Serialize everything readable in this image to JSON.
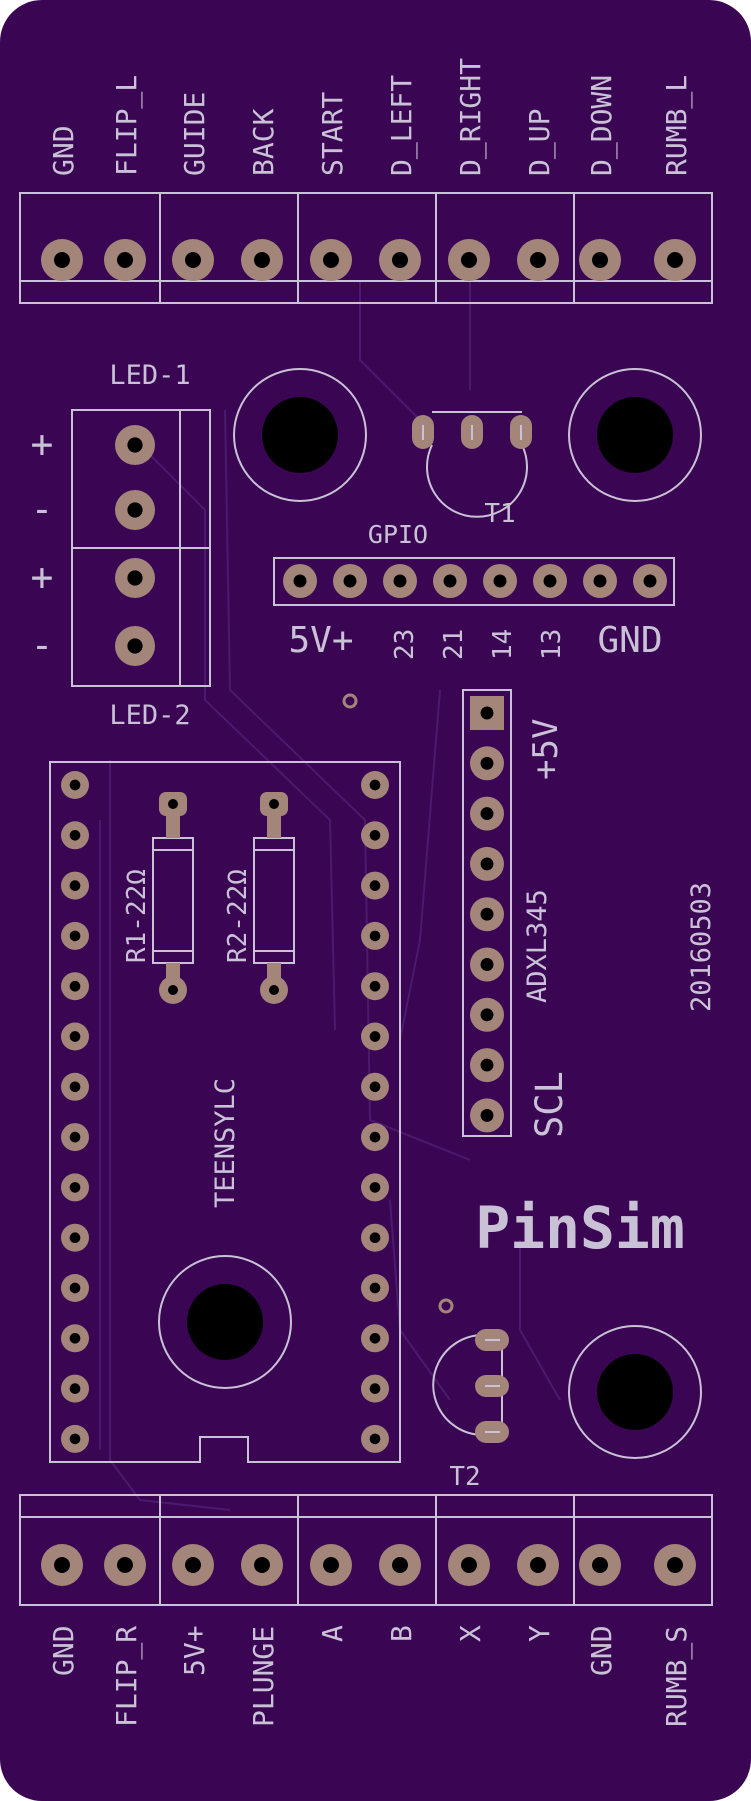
{
  "colors": {
    "board": "#3a0653",
    "silkscreen": "#c9c2d6",
    "pad": "#a3857a",
    "hole": "#000000",
    "trace": "#4b1a6e"
  },
  "board": {
    "logo": "PinSim",
    "date": "20160503"
  },
  "top_connector": {
    "labels": [
      "GND",
      "FLIP_L",
      "GUIDE",
      "BACK",
      "START",
      "D_LEFT",
      "D_RIGHT",
      "D_UP",
      "D_DOWN",
      "RUMB_L"
    ]
  },
  "bottom_connector": {
    "labels": [
      "GND",
      "FLIP_R",
      "5V+",
      "PLUNGE",
      "A",
      "B",
      "X",
      "Y",
      "GND",
      "RUMB_S"
    ]
  },
  "led_connectors": {
    "top_label": "LED-1",
    "bottom_label": "LED-2",
    "polarity": [
      "+",
      "-",
      "+",
      "-"
    ]
  },
  "gpio": {
    "title": "GPIO",
    "labels": [
      "5V+",
      "23",
      "21",
      "14",
      "13",
      "GND"
    ]
  },
  "transistors": {
    "t1": "T1",
    "t2": "T2"
  },
  "resistors": {
    "r1": "R1-22Ω",
    "r2": "R2-22Ω"
  },
  "teensy": {
    "label": "TEENSYLC"
  },
  "accelerometer": {
    "name": "ADXL345",
    "pin_top": "+5V",
    "pin_bottom": "SCL"
  }
}
